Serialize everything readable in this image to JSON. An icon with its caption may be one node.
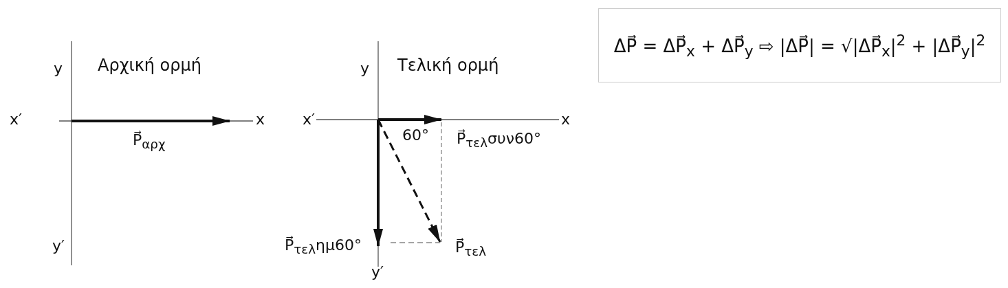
{
  "diagram": {
    "nodes": [
      {
        "text": [
          "ΔP⃗ = ΔP⃗$_{x}$ + ΔP⃗$_{y}$ ⇨ |ΔP⃗| = √|ΔP⃗$_{x}$|$^{2}$ + |ΔP⃗$_{y}$|$^{2}$"
        ]
      }
    ],
    "labels": [
      "y",
      "Αρχική ορμή",
      "y",
      "Τελική ορμή",
      "x′",
      "x",
      "x′",
      "x",
      "P⃗$_{αρχ}$",
      "60°",
      "P⃗$_{τελ}$συν60°",
      "y′",
      "P⃗$_{τελ}$ημ60°",
      "P⃗$_{τελ}$",
      "y′"
    ]
  }
}
